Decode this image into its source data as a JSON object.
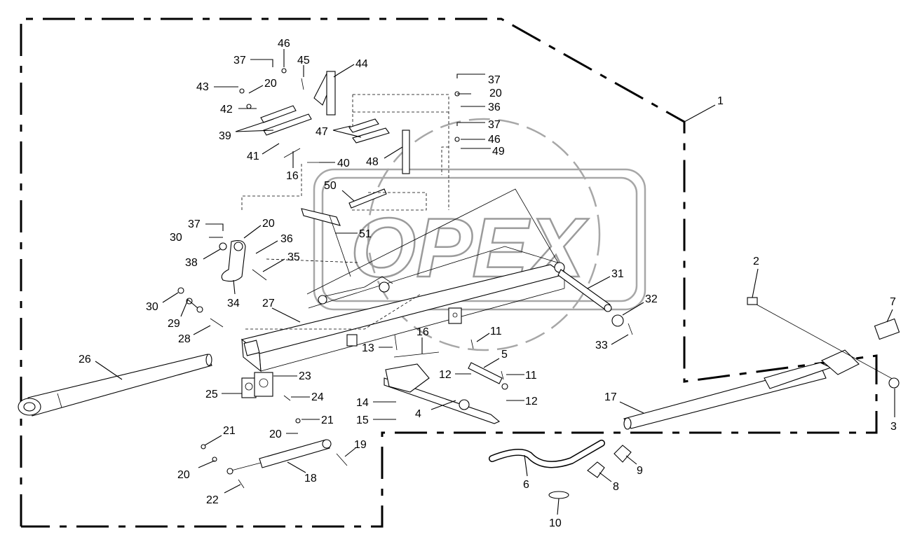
{
  "watermark": {
    "text": "OPEX"
  },
  "callouts": [
    {
      "id": "c1",
      "label": "1"
    },
    {
      "id": "c2",
      "label": "2"
    },
    {
      "id": "c3",
      "label": "3"
    },
    {
      "id": "c4",
      "label": "4"
    },
    {
      "id": "c5",
      "label": "5"
    },
    {
      "id": "c6",
      "label": "6"
    },
    {
      "id": "c7",
      "label": "7"
    },
    {
      "id": "c8",
      "label": "8"
    },
    {
      "id": "c9",
      "label": "9"
    },
    {
      "id": "c10",
      "label": "10"
    },
    {
      "id": "c11a",
      "label": "11"
    },
    {
      "id": "c11b",
      "label": "11"
    },
    {
      "id": "c12a",
      "label": "12"
    },
    {
      "id": "c12b",
      "label": "12"
    },
    {
      "id": "c13",
      "label": "13"
    },
    {
      "id": "c14",
      "label": "14"
    },
    {
      "id": "c15",
      "label": "15"
    },
    {
      "id": "c16a",
      "label": "16"
    },
    {
      "id": "c16b",
      "label": "16"
    },
    {
      "id": "c17",
      "label": "17"
    },
    {
      "id": "c18",
      "label": "18"
    },
    {
      "id": "c19",
      "label": "19"
    },
    {
      "id": "c20a",
      "label": "20"
    },
    {
      "id": "c20b",
      "label": "20"
    },
    {
      "id": "c20c",
      "label": "20"
    },
    {
      "id": "c20d",
      "label": "20"
    },
    {
      "id": "c20e",
      "label": "20"
    },
    {
      "id": "c21a",
      "label": "21"
    },
    {
      "id": "c21b",
      "label": "21"
    },
    {
      "id": "c22",
      "label": "22"
    },
    {
      "id": "c23",
      "label": "23"
    },
    {
      "id": "c24",
      "label": "24"
    },
    {
      "id": "c25",
      "label": "25"
    },
    {
      "id": "c26",
      "label": "26"
    },
    {
      "id": "c27",
      "label": "27"
    },
    {
      "id": "c28",
      "label": "28"
    },
    {
      "id": "c29",
      "label": "29"
    },
    {
      "id": "c30a",
      "label": "30"
    },
    {
      "id": "c30b",
      "label": "30"
    },
    {
      "id": "c31",
      "label": "31"
    },
    {
      "id": "c32",
      "label": "32"
    },
    {
      "id": "c33",
      "label": "33"
    },
    {
      "id": "c34",
      "label": "34"
    },
    {
      "id": "c35",
      "label": "35"
    },
    {
      "id": "c36a",
      "label": "36"
    },
    {
      "id": "c36b",
      "label": "36"
    },
    {
      "id": "c37a",
      "label": "37"
    },
    {
      "id": "c37b",
      "label": "37"
    },
    {
      "id": "c37c",
      "label": "37"
    },
    {
      "id": "c37d",
      "label": "37"
    },
    {
      "id": "c38",
      "label": "38"
    },
    {
      "id": "c39",
      "label": "39"
    },
    {
      "id": "c40",
      "label": "40"
    },
    {
      "id": "c41",
      "label": "41"
    },
    {
      "id": "c42",
      "label": "42"
    },
    {
      "id": "c43",
      "label": "43"
    },
    {
      "id": "c44",
      "label": "44"
    },
    {
      "id": "c45",
      "label": "45"
    },
    {
      "id": "c46a",
      "label": "46"
    },
    {
      "id": "c46b",
      "label": "46"
    },
    {
      "id": "c47",
      "label": "47"
    },
    {
      "id": "c48",
      "label": "48"
    },
    {
      "id": "c49",
      "label": "49"
    },
    {
      "id": "c50",
      "label": "50"
    },
    {
      "id": "c51",
      "label": "51"
    }
  ]
}
